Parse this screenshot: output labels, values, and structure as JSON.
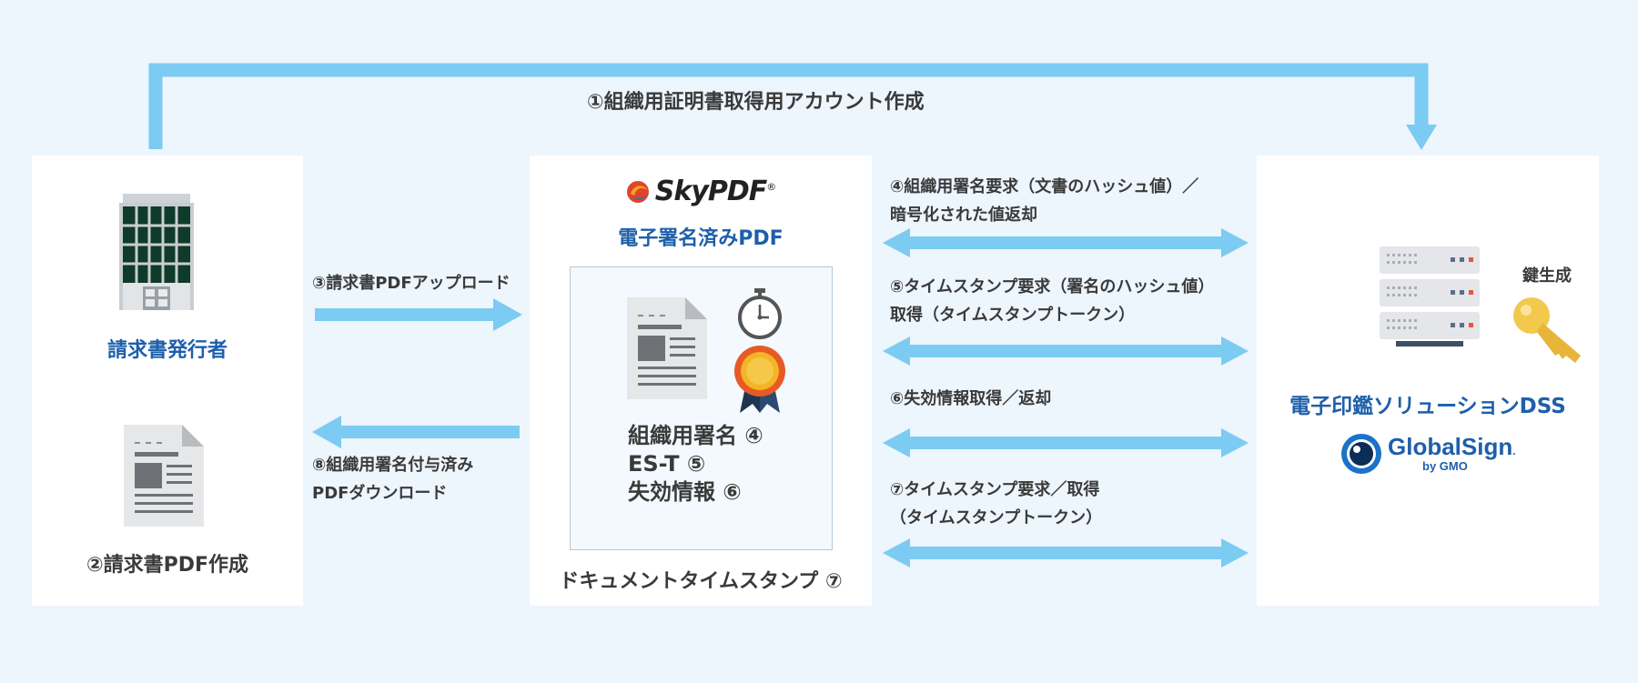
{
  "top_flow": {
    "label": "①組織用証明書取得用アカウント作成"
  },
  "issuer": {
    "title": "請求書発行者",
    "pdf_create_label": "②請求書PDF作成",
    "building_icon": "office-building-icon",
    "document_icon": "document-icon"
  },
  "center": {
    "logo_text": "SkyPDF",
    "logo_mark": "®",
    "signed_pdf_label": "電子署名済みPDF",
    "signature_lines": [
      "組織用署名 ④",
      "ES-T ⑤",
      "失効情報 ⑥"
    ],
    "doc_timestamp_label": "ドキュメントタイムスタンプ ⑦"
  },
  "left_arrows": {
    "upload": "③請求書PDFアップロード",
    "download_line1": "⑧組織用署名付与済み",
    "download_line2": "PDFダウンロード"
  },
  "right_steps": [
    {
      "line1": "④組織用署名要求（文書のハッシュ値）／",
      "line2": "暗号化された値返却"
    },
    {
      "line1": "⑤タイムスタンプ要求（署名のハッシュ値）",
      "line2": "取得（タイムスタンプトークン）"
    },
    {
      "line1": "⑥失効情報取得／返却",
      "line2": ""
    },
    {
      "line1": "⑦タイムスタンプ要求／取得",
      "line2": "（タイムスタンプトークン）"
    }
  ],
  "dss": {
    "key_label": "鍵生成",
    "title": "電子印鑑ソリューションDSS",
    "brand_name": "GlobalSign",
    "brand_mark": ".",
    "brand_sub": "by GMO"
  },
  "colors": {
    "arrow": "#7ccbf2",
    "accent_blue": "#1e5fab",
    "background": "#edf5fd"
  }
}
